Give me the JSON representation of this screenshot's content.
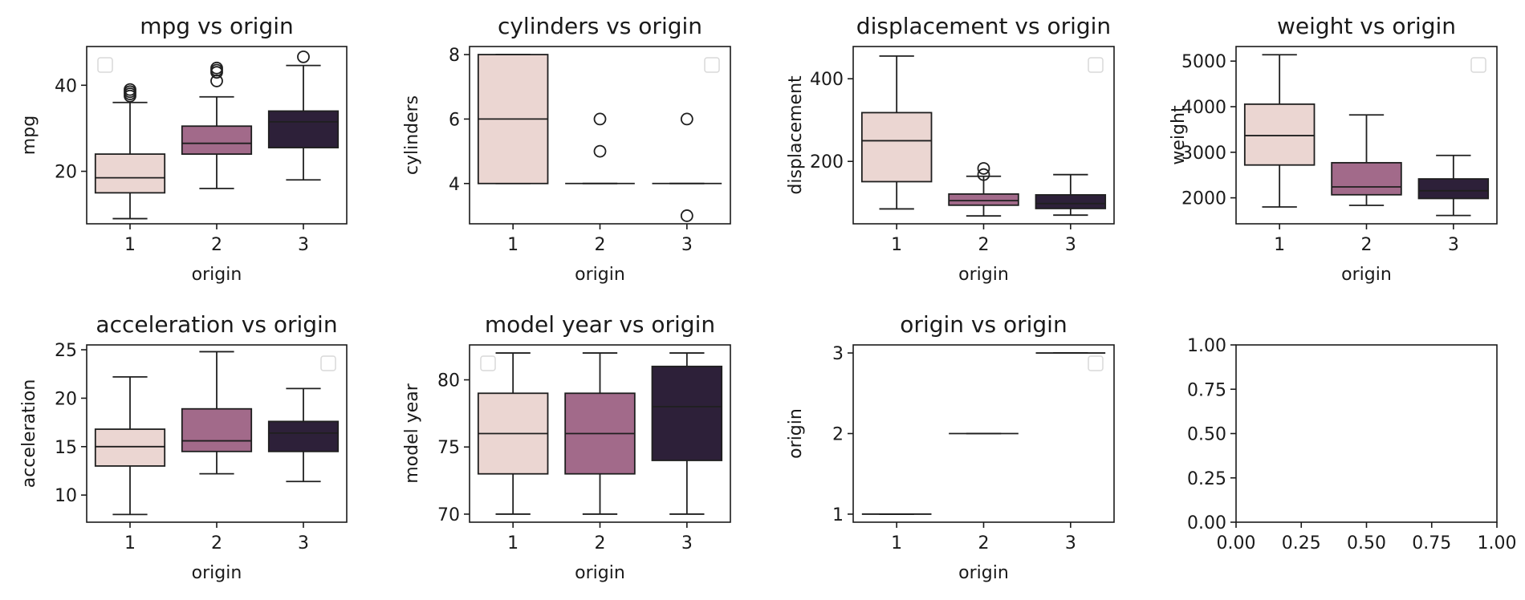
{
  "figure": {
    "colors": {
      "1": "#ebd6d2",
      "2": "#a26a8a",
      "3": "#2d2039",
      "edge": "#1f1f1f"
    }
  },
  "chart_data": [
    {
      "type": "box",
      "title": "mpg vs origin",
      "xlabel": "origin",
      "ylabel": "mpg",
      "categories": [
        "1",
        "2",
        "3"
      ],
      "ylim": [
        7.8,
        49.0
      ],
      "yticks": [
        20,
        40
      ],
      "legend": "top-left, empty",
      "boxes": [
        {
          "category": "1",
          "whisker_low": 9,
          "q1": 15,
          "median": 18.5,
          "q3": 24,
          "whisker_high": 36,
          "outliers": [
            37.5,
            38,
            38.5,
            39
          ]
        },
        {
          "category": "2",
          "whisker_low": 16,
          "q1": 24,
          "median": 26.5,
          "q3": 30.5,
          "whisker_high": 37.3,
          "outliers": [
            41,
            43,
            43.5,
            44
          ]
        },
        {
          "category": "3",
          "whisker_low": 18,
          "q1": 25.5,
          "median": 31.5,
          "q3": 34,
          "whisker_high": 44.6,
          "outliers": [
            46.6
          ]
        }
      ]
    },
    {
      "type": "box",
      "title": "cylinders vs origin",
      "xlabel": "origin",
      "ylabel": "cylinders",
      "categories": [
        "1",
        "2",
        "3"
      ],
      "ylim": [
        2.75,
        8.25
      ],
      "yticks": [
        4,
        6,
        8
      ],
      "legend": "top-right, empty",
      "boxes": [
        {
          "category": "1",
          "whisker_low": 4,
          "q1": 4,
          "median": 6,
          "q3": 8,
          "whisker_high": 8,
          "outliers": []
        },
        {
          "category": "2",
          "whisker_low": 4,
          "q1": 4,
          "median": 4,
          "q3": 4,
          "whisker_high": 4,
          "outliers": [
            5,
            6
          ]
        },
        {
          "category": "3",
          "whisker_low": 4,
          "q1": 4,
          "median": 4,
          "q3": 4,
          "whisker_high": 4,
          "outliers": [
            3,
            6
          ]
        }
      ]
    },
    {
      "type": "box",
      "title": "displacement vs origin",
      "xlabel": "origin",
      "ylabel": "displacement",
      "categories": [
        "1",
        "2",
        "3"
      ],
      "ylim": [
        49,
        478
      ],
      "yticks": [
        200,
        400
      ],
      "legend": "top-right, empty",
      "boxes": [
        {
          "category": "1",
          "whisker_low": 85,
          "q1": 151,
          "median": 250,
          "q3": 318,
          "whisker_high": 455,
          "outliers": []
        },
        {
          "category": "2",
          "whisker_low": 68,
          "q1": 94,
          "median": 105,
          "q3": 121,
          "whisker_high": 164,
          "outliers": [
            168,
            183
          ]
        },
        {
          "category": "3",
          "whisker_low": 70,
          "q1": 86,
          "median": 98,
          "q3": 119,
          "whisker_high": 168,
          "outliers": []
        }
      ]
    },
    {
      "type": "box",
      "title": "weight vs origin",
      "xlabel": "origin",
      "ylabel": "weight",
      "categories": [
        "1",
        "2",
        "3"
      ],
      "ylim": [
        1430,
        5320
      ],
      "yticks": [
        2000,
        3000,
        4000,
        5000
      ],
      "legend": "top-right, empty",
      "boxes": [
        {
          "category": "1",
          "whisker_low": 1800,
          "q1": 2720,
          "median": 3365,
          "q3": 4055,
          "whisker_high": 5140,
          "outliers": []
        },
        {
          "category": "2",
          "whisker_low": 1835,
          "q1": 2067,
          "median": 2240,
          "q3": 2770,
          "whisker_high": 3820,
          "outliers": []
        },
        {
          "category": "3",
          "whisker_low": 1613,
          "q1": 1985,
          "median": 2155,
          "q3": 2415,
          "whisker_high": 2930,
          "outliers": []
        }
      ]
    },
    {
      "type": "box",
      "title": "acceleration vs origin",
      "xlabel": "origin",
      "ylabel": "acceleration",
      "categories": [
        "1",
        "2",
        "3"
      ],
      "ylim": [
        7.2,
        25.5
      ],
      "yticks": [
        10,
        15,
        20,
        25
      ],
      "legend": "top-right, empty",
      "boxes": [
        {
          "category": "1",
          "whisker_low": 8,
          "q1": 13,
          "median": 15,
          "q3": 16.8,
          "whisker_high": 22.2,
          "outliers": []
        },
        {
          "category": "2",
          "whisker_low": 12.2,
          "q1": 14.5,
          "median": 15.6,
          "q3": 18.9,
          "whisker_high": 24.8,
          "outliers": []
        },
        {
          "category": "3",
          "whisker_low": 11.4,
          "q1": 14.5,
          "median": 16.4,
          "q3": 17.6,
          "whisker_high": 21,
          "outliers": []
        }
      ]
    },
    {
      "type": "box",
      "title": "model year vs origin",
      "xlabel": "origin",
      "ylabel": "model year",
      "categories": [
        "1",
        "2",
        "3"
      ],
      "ylim": [
        69.4,
        82.6
      ],
      "yticks": [
        70,
        75,
        80
      ],
      "legend": "top-left, empty",
      "boxes": [
        {
          "category": "1",
          "whisker_low": 70,
          "q1": 73,
          "median": 76,
          "q3": 79,
          "whisker_high": 82,
          "outliers": []
        },
        {
          "category": "2",
          "whisker_low": 70,
          "q1": 73,
          "median": 76,
          "q3": 79,
          "whisker_high": 82,
          "outliers": []
        },
        {
          "category": "3",
          "whisker_low": 70,
          "q1": 74,
          "median": 78,
          "q3": 81,
          "whisker_high": 82,
          "outliers": []
        }
      ]
    },
    {
      "type": "box",
      "title": "origin vs origin",
      "xlabel": "origin",
      "ylabel": "origin",
      "categories": [
        "1",
        "2",
        "3"
      ],
      "ylim": [
        0.9,
        3.1
      ],
      "yticks": [
        1,
        2,
        3
      ],
      "legend": "top-right, empty",
      "boxes": [
        {
          "category": "1",
          "whisker_low": 1,
          "q1": 1,
          "median": 1,
          "q3": 1,
          "whisker_high": 1,
          "outliers": []
        },
        {
          "category": "2",
          "whisker_low": 2,
          "q1": 2,
          "median": 2,
          "q3": 2,
          "whisker_high": 2,
          "outliers": []
        },
        {
          "category": "3",
          "whisker_low": 3,
          "q1": 3,
          "median": 3,
          "q3": 3,
          "whisker_high": 3,
          "outliers": []
        }
      ]
    },
    {
      "type": "empty",
      "title": "",
      "xlabel": "",
      "ylabel": "",
      "xlim": [
        0,
        1
      ],
      "ylim": [
        0,
        1
      ],
      "xticks": [
        "0.00",
        "0.25",
        "0.50",
        "0.75",
        "1.00"
      ],
      "yticks": [
        "0.00",
        "0.25",
        "0.50",
        "0.75",
        "1.00"
      ]
    }
  ]
}
